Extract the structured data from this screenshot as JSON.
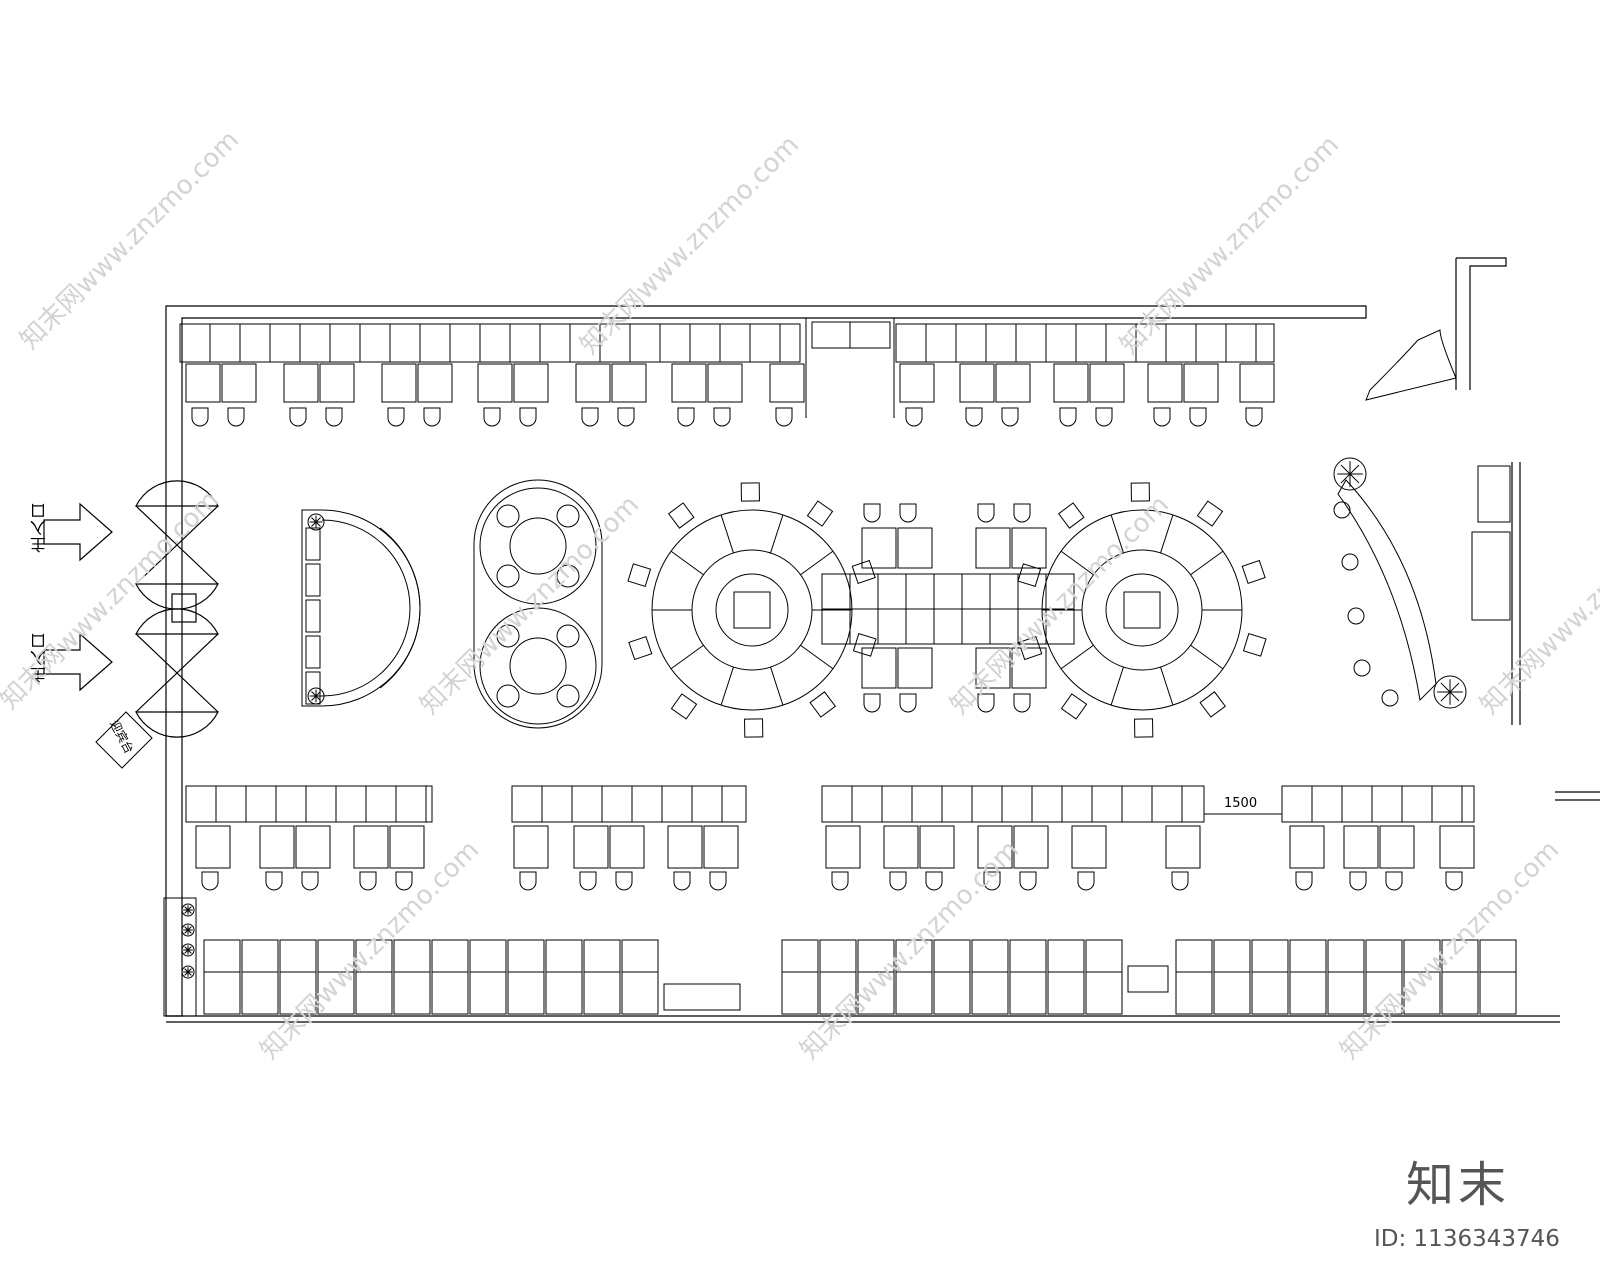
{
  "labels": {
    "main_entrance_1": "主入口",
    "main_entrance_2": "主入口",
    "reception_desk": "迎宾台",
    "dimension": "1500"
  },
  "watermark": {
    "text": "知末网www.znzmo.com",
    "brand": "知末",
    "id_text": "ID: 1136343746"
  },
  "colors": {
    "line": "#000000",
    "background": "#ffffff",
    "watermark": "#d3d3d3",
    "brand": "#555555"
  },
  "icons": [
    "arrow-right-icon",
    "plant-icon",
    "chair-icon"
  ]
}
